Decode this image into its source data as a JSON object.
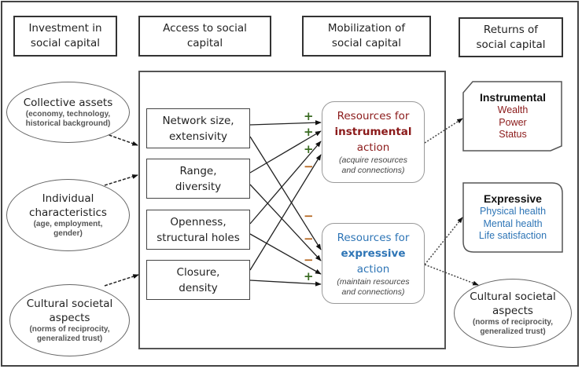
{
  "headers": [
    {
      "line1": "Investment in",
      "line2": "social capital"
    },
    {
      "line1": "Access to social",
      "line2": "capital"
    },
    {
      "line1": "Mobilization of",
      "line2": "social capital"
    },
    {
      "line1": "Returns of",
      "line2": "social capital"
    }
  ],
  "investment": [
    {
      "title": [
        "Collective assets"
      ],
      "subtitle": [
        "(economy, technology,",
        "historical background)"
      ]
    },
    {
      "title": [
        "Individual",
        "characteristics"
      ],
      "subtitle": [
        "(age, employment,",
        "gender)"
      ]
    },
    {
      "title": [
        "Cultural societal",
        "aspects"
      ],
      "subtitle": [
        "(norms of reciprocity,",
        "generalized trust)"
      ]
    }
  ],
  "access": [
    {
      "line1": "Network size,",
      "line2": "extensivity"
    },
    {
      "line1": "Range,",
      "line2": "diversity"
    },
    {
      "line1": "Openness,",
      "line2": "structural holes"
    },
    {
      "line1": "Closure,",
      "line2": "density"
    }
  ],
  "mobilization": {
    "instrumental": {
      "line1": "Resources for",
      "bold": "instrumental",
      "line3": "action",
      "sub1": "(acquire resources",
      "sub2": "and connections)",
      "color": "#8b1a1a"
    },
    "expressive": {
      "line1": "Resources for",
      "bold": "expressive",
      "line3": "action",
      "sub1": "(maintain resources",
      "sub2": "and connections)",
      "color": "#2e75b6"
    }
  },
  "returns": {
    "instrumental": {
      "title": "Instrumental",
      "items": [
        "Wealth",
        "Power",
        "Status"
      ],
      "color": "#8b1a1a"
    },
    "expressive": {
      "title": "Expressive",
      "items": [
        "Physical health",
        "Mental health",
        "Life satisfaction"
      ],
      "color": "#2e75b6"
    },
    "cultural": {
      "title": [
        "Cultural societal",
        "aspects"
      ],
      "subtitle": [
        "(norms of reciprocity,",
        "generalized trust)"
      ]
    }
  },
  "signs": {
    "instrumental": [
      "+",
      "+",
      "+",
      "−"
    ],
    "expressive": [
      "−",
      "−",
      "−",
      "+"
    ],
    "plus_color": "#3a6b22",
    "minus_color": "#b5651d"
  }
}
